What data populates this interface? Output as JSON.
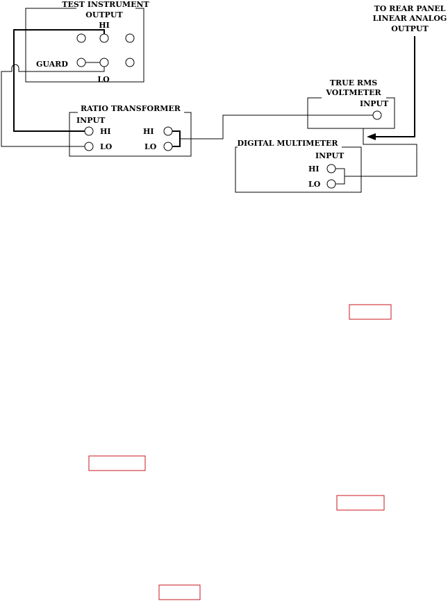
{
  "test_instrument": {
    "title": "TEST INSTRUMENT",
    "output_label": "OUTPUT",
    "hi_label": "HI",
    "guard_label": "GUARD",
    "lo_label": "LO"
  },
  "ratio_transformer": {
    "title": "RATIO TRANSFORMER",
    "input_label": "INPUT",
    "hi_in_label": "HI",
    "lo_in_label": "LO",
    "hi_out_label": "HI",
    "lo_out_label": "LO"
  },
  "voltmeter": {
    "title_line1": "TRUE RMS",
    "title_line2": "VOLTMETER",
    "input_label": "INPUT"
  },
  "multimeter": {
    "title": "DIGITAL MULTIMETER",
    "input_label": "INPUT",
    "hi_label": "HI",
    "lo_label": "LO"
  },
  "rear_panel": {
    "line1": "TO REAR PANEL",
    "line2": "LINEAR ANALOG",
    "line3": "OUTPUT"
  },
  "colors": {
    "link_box": "#c8141e"
  }
}
